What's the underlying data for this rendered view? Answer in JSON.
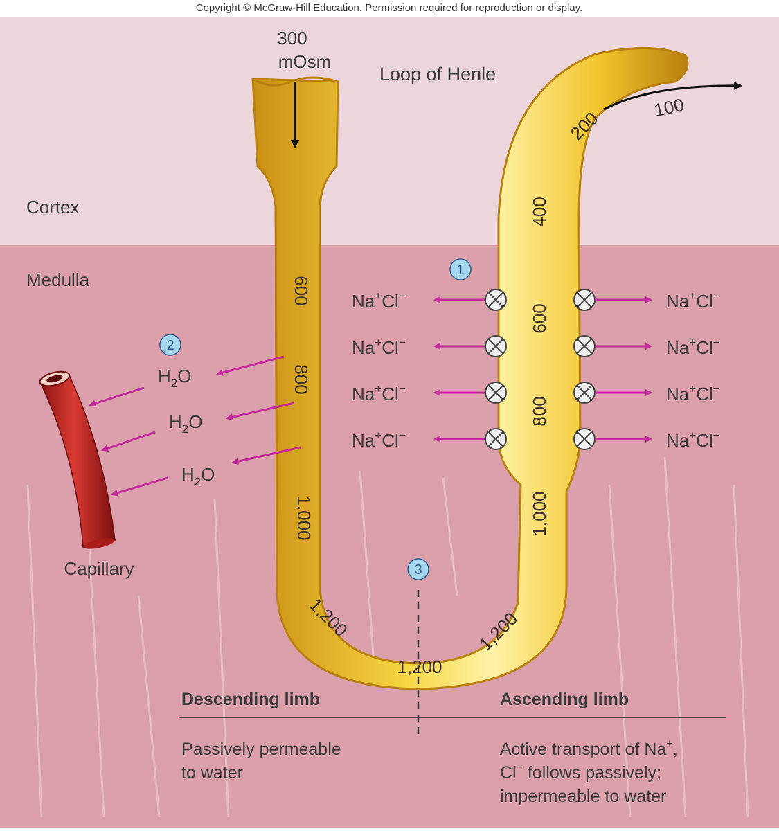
{
  "copyright": "Copyright © McGraw-Hill Education. Permission required for reproduction or display.",
  "title": "Loop of Henle",
  "input_value": "300",
  "input_unit": "mOsm",
  "output_value": "100",
  "regions": {
    "cortex": "Cortex",
    "medulla": "Medulla"
  },
  "capillary": "Capillary",
  "steps": [
    "1",
    "2",
    "3"
  ],
  "descending_values": [
    "600",
    "800",
    "1,000",
    "1,200"
  ],
  "bottom_value": "1,200",
  "ascending_values": [
    "200",
    "400",
    "600",
    "800",
    "1,000",
    "1,200"
  ],
  "water": {
    "main": "H",
    "sub": "2",
    "end": "O"
  },
  "nacl": {
    "na": "Na",
    "plus": "+",
    "cl": "Cl",
    "minus": "−"
  },
  "descending": {
    "heading": "Descending limb",
    "desc_line1": "Passively permeable",
    "desc_line2": "to water"
  },
  "ascending": {
    "heading": "Ascending limb",
    "desc_line1": "Active transport of Na",
    "desc_line1_sup": "+",
    "desc_line1_end": ",",
    "desc_line2_cl": "Cl",
    "desc_line2_sup": "−",
    "desc_line2_end": " follows passively;",
    "desc_line3": "impermeable to water"
  },
  "colors": {
    "cortex_bg": "#ecd6db",
    "medulla_bg": "#dba0ab",
    "tubule": "#f2c42c",
    "tubule_dark": "#c98f14",
    "arrow": "#c02c9a",
    "capillary": "#b8201e",
    "step_badge": "#a8d8ef"
  }
}
